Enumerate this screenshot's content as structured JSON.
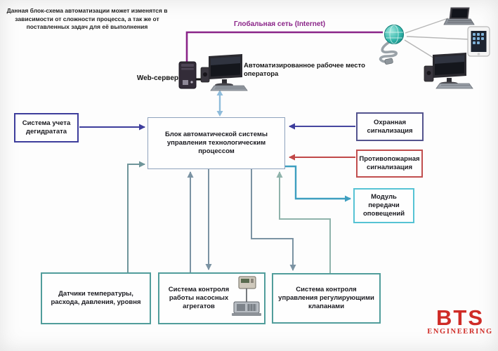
{
  "note": "Данная блок-схема автоматизации может изменятся в зависимости от сложности процесса, а так же от поставленных задач для её выполнения",
  "network": {
    "label": "Глобальная сеть (Internet)"
  },
  "web_server": {
    "label": "Web-сервер"
  },
  "operator": {
    "label": "Автоматизированное рабочее место оператора"
  },
  "blocks": {
    "central": {
      "label": "Блок автоматической системы управления технологическим процессом"
    },
    "accounting": {
      "label": "Система учета дегидратата"
    },
    "security": {
      "label": "Охранная сигнализация"
    },
    "fire": {
      "label": "Противопожарная сигнализация"
    },
    "notify": {
      "label": "Модуль передачи оповещений"
    },
    "sensors": {
      "label": "Датчики температуры, расхода, давления, уровня"
    },
    "pumps": {
      "label": "Система контроля работы насосных агрегатов"
    },
    "valves": {
      "label": "Система контроля управления регулирующими клапанами"
    }
  },
  "icons": {
    "server": "server-tower-icon",
    "operator_pc": "desktop-computer-icon",
    "globe": "internet-globe-icon",
    "laptop": "laptop-icon",
    "tablet": "tablet-icon",
    "remote_pc": "desktop-computer-icon",
    "pump": "pump-unit-icon"
  },
  "logo": {
    "title": "BTS",
    "subtitle": "ENGINEERING"
  },
  "colors": {
    "internet_purple": "#8b2589",
    "navy_arrow": "#3d3d9c",
    "red_arrow": "#c14848",
    "teal_box_border": "#519d9b",
    "cyan_box_border": "#56c3d4",
    "steel_teal_arrow": "#3e9fc0",
    "slate_line": "#7b93a3",
    "mint_line": "#8fb3ab",
    "light_blue_arrow": "#8fbcdb",
    "logo_red": "#cf2b26"
  }
}
